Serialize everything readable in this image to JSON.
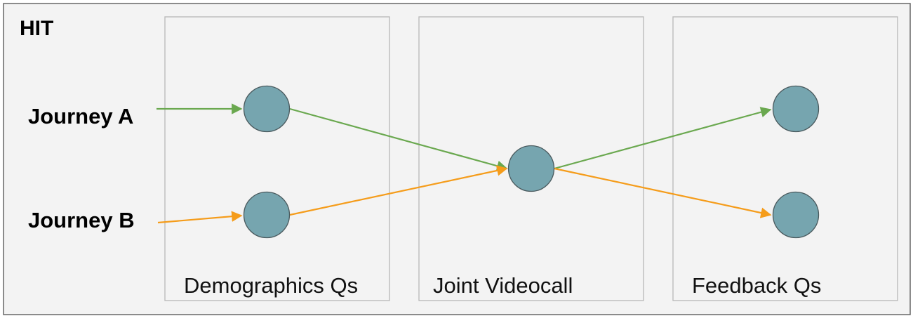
{
  "diagram": {
    "title": "HIT",
    "journeys": [
      {
        "label": "Journey A",
        "color": "#6aa84f"
      },
      {
        "label": "Journey B",
        "color": "#f59c1a"
      }
    ],
    "stages": [
      {
        "label": "Demographics Qs"
      },
      {
        "label": "Joint Videocall"
      },
      {
        "label": "Feedback Qs"
      }
    ],
    "colors": {
      "outer_fill": "#f3f3f3",
      "outer_stroke": "#666666",
      "stage_stroke": "#b7b7b7",
      "node_fill": "#76a5af",
      "node_stroke": "#4a5a5e"
    }
  }
}
